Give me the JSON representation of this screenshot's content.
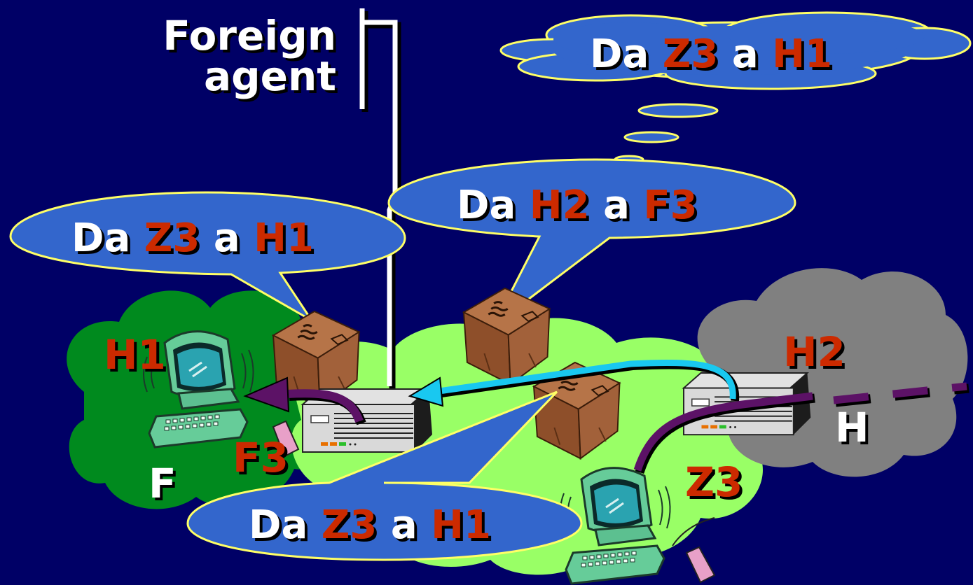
{
  "labels": {
    "foreign_agent_line1": "Foreign",
    "foreign_agent_line2": "agent",
    "net_f": "F",
    "net_h": "H",
    "host_h1": "H1",
    "host_h2": "H2",
    "host_f3": "F3",
    "host_z3": "Z3"
  },
  "bubbles": {
    "top_cloud": {
      "pre": "Da",
      "src": "Z3",
      "mid": "a",
      "dst": "H1"
    },
    "tunnel": {
      "pre": "Da",
      "src": "H2",
      "mid": "a",
      "dst": "F3"
    },
    "left": {
      "pre": "Da",
      "src": "Z3",
      "mid": "a",
      "dst": "H1"
    },
    "bottom": {
      "pre": "Da",
      "src": "Z3",
      "mid": "a",
      "dst": "H1"
    }
  },
  "colors": {
    "background": "#000066",
    "network_f": "#008a1e",
    "network_mid": "#99ff66",
    "network_h": "#808080",
    "bubble_fill": "#3366cc",
    "bubble_outline": "#ffff66",
    "label_red": "#cc2a00",
    "arrow_cyan": "#19c8f0",
    "arrow_purple": "#5c1266",
    "package": "#9b5a34"
  }
}
